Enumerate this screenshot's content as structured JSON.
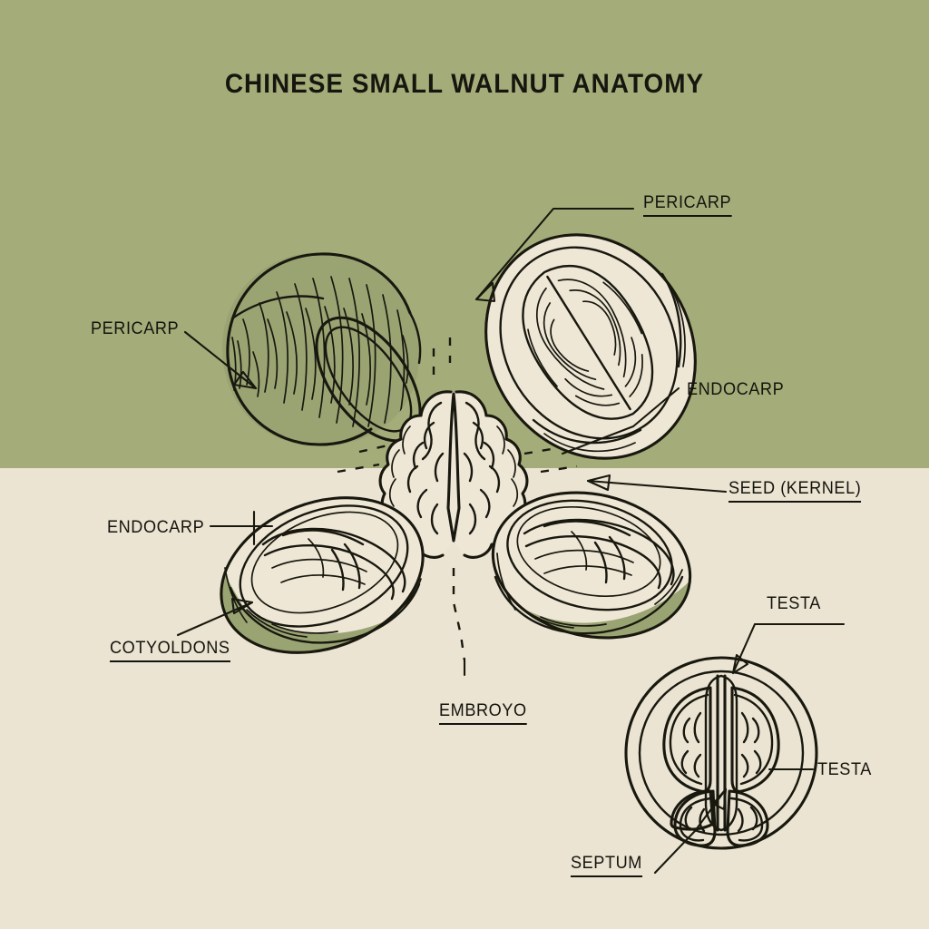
{
  "poster": {
    "title": "CHINESE SMALL WALNUT ANATOMY",
    "background_top_color": "#a4ad79",
    "background_bottom_color": "#ece4d2",
    "ink_color": "#14140e",
    "shell_cream_color": "#efe7d6",
    "shell_green_color": "#9aa473"
  },
  "labels": {
    "pericarp_left": "PERICARP",
    "pericarp_right": "PERICARP",
    "endocarp_right": "ENDOCARP",
    "endocarp_left": "ENDOCARP",
    "seed_kernel": "SEED (KERNEL)",
    "cotyledons": "COTYOLDONS",
    "embryo": "EMBROYO",
    "testa_top": "TESTA",
    "testa_right": "TESTA",
    "septum": "SEPTUM"
  },
  "figures": {
    "whole_nut": "whole-walnut-shell-top-left",
    "open_nut": "opened-walnut-half-top-right",
    "center_kernel": "walnut-kernel-center",
    "half_nut_left": "walnut-half-bottom-left",
    "half_nut_right": "walnut-half-bottom-right",
    "cross_section": "walnut-cross-section-bottom-right"
  }
}
